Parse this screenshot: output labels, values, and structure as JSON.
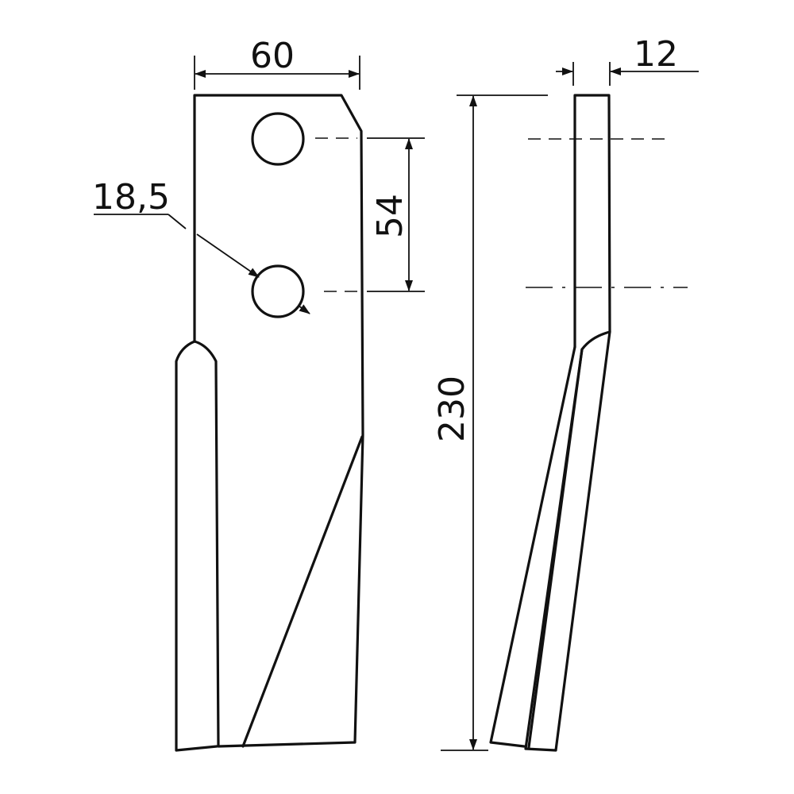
{
  "drawing": {
    "dimensions": {
      "width": "60",
      "thickness": "12",
      "hole_spacing": "54",
      "hole_diameter": "18,5",
      "length": "230"
    }
  }
}
